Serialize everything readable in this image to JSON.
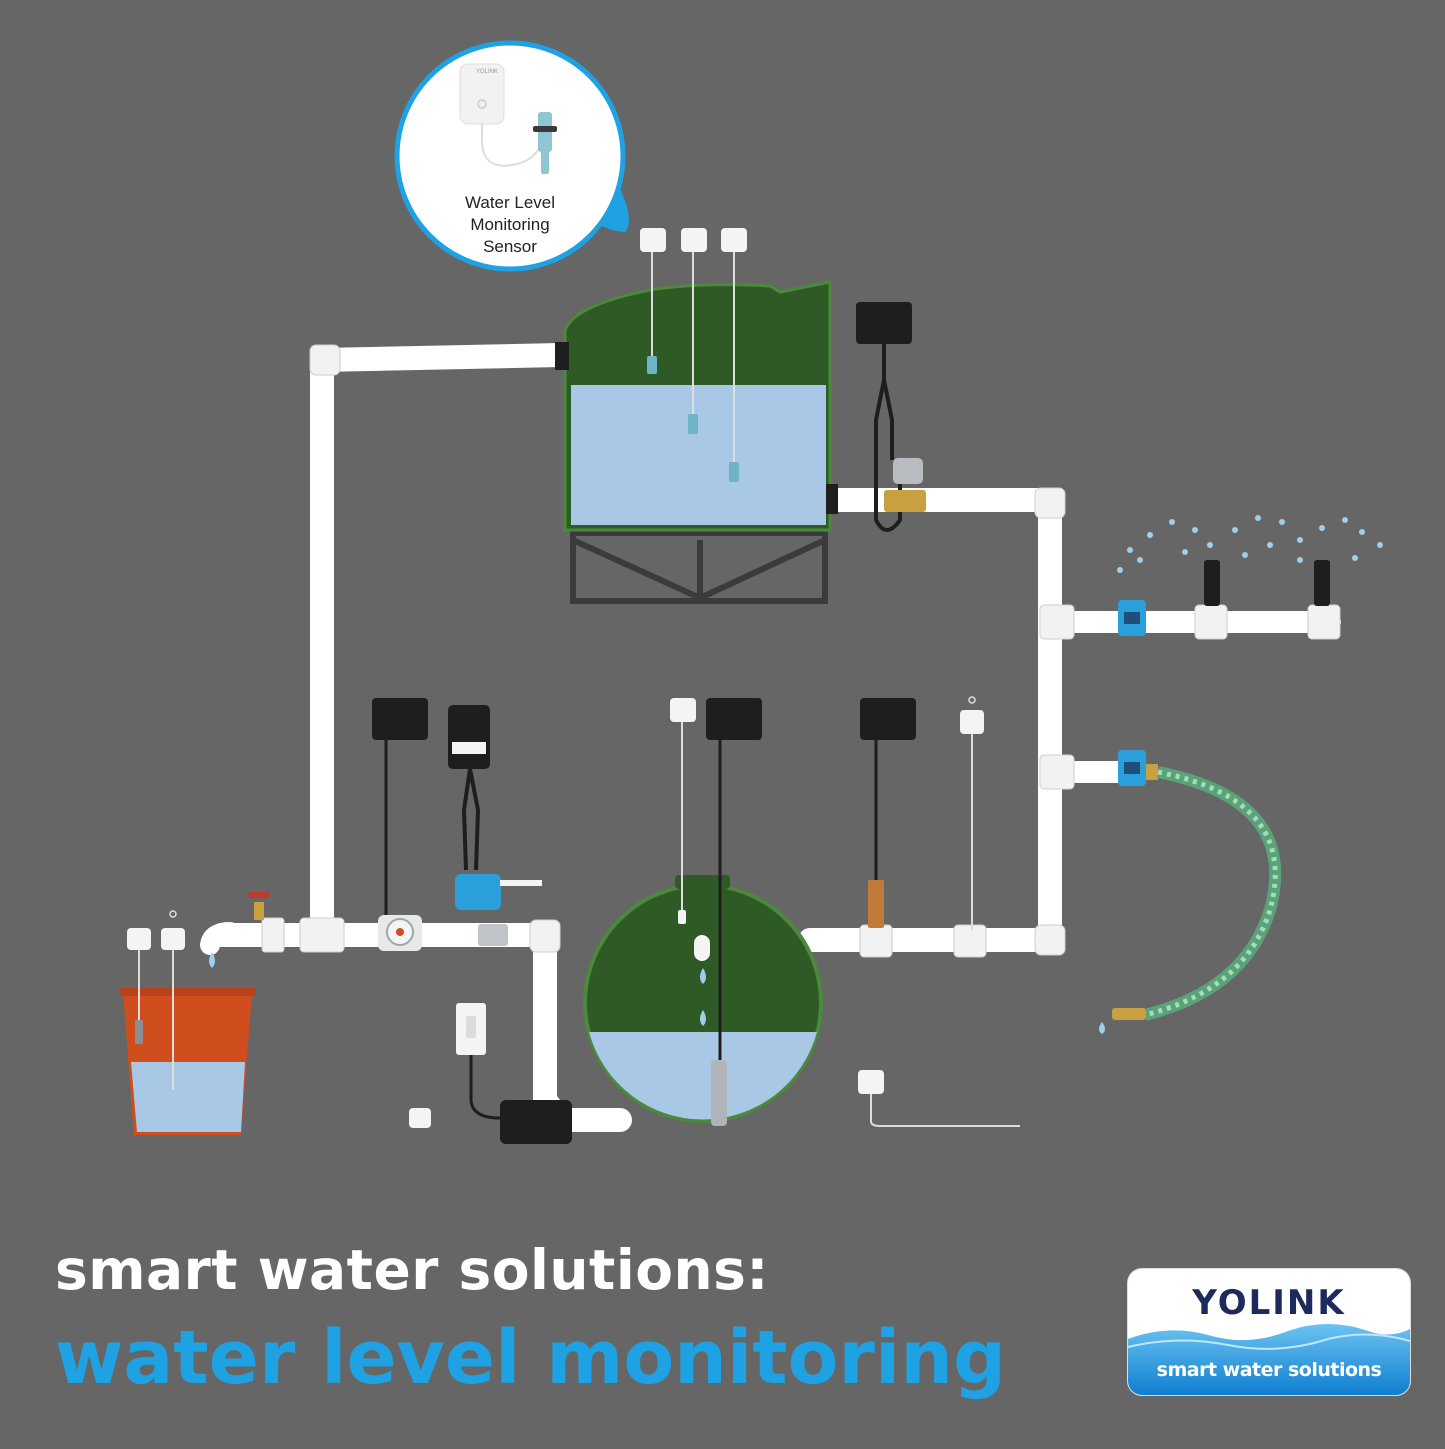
{
  "callout": {
    "lines": [
      "Water Level",
      "Monitoring",
      "Sensor"
    ],
    "sensor_brand": "YOLINK"
  },
  "headline": "smart water solutions:",
  "subline": "water level monitoring",
  "logo": {
    "brand": "YOLINK",
    "tagline": "smart water solutions"
  },
  "colors": {
    "background": "#666666",
    "pipe": "#ffffff",
    "tank_shell": "#2f5a26",
    "water": "#a8c8e6",
    "bucket": "#d04d1e",
    "device_dark": "#1e1e1e",
    "valve_blue": "#2b9fd9",
    "hose": "#7fbf9a",
    "accent_blue": "#1ea2e4"
  },
  "icons": [
    "water-level-sensor-icon",
    "float-probe-icon",
    "hub-box-icon",
    "motorized-valve-icon",
    "water-meter-icon",
    "flow-meter-icon",
    "sprinkler-icon",
    "submersible-pump-icon",
    "wall-switch-icon",
    "leak-sensor-icon",
    "temperature-probe-icon",
    "hose-icon"
  ]
}
